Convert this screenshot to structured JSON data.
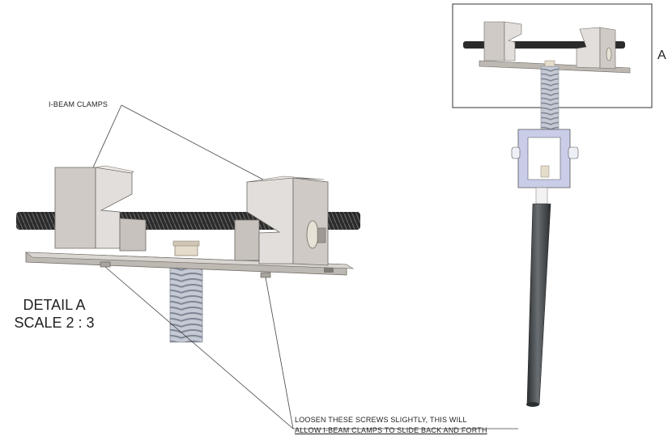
{
  "labels": {
    "clamps": "I-BEAM CLAMPS",
    "detail_view": "A",
    "detail_title": "DETAIL A",
    "detail_scale": "SCALE 2 : 3",
    "note_line1": "LOOSEN THESE SCREWS SLIGHTLY, THIS WILL",
    "note_line2": "ALLOW I-BEAM CLAMPS TO SLIDE BACK AND FORTH"
  },
  "colors": {
    "metal_light": "#d8d4d0",
    "metal_mid": "#bdb8b2",
    "metal_dark": "#8f8a84",
    "rod": "#2b2b2b",
    "spring": "#b7bdc8",
    "tube": "#3e4245",
    "bracket_blue": "#c9cde8",
    "line": "#444444"
  }
}
